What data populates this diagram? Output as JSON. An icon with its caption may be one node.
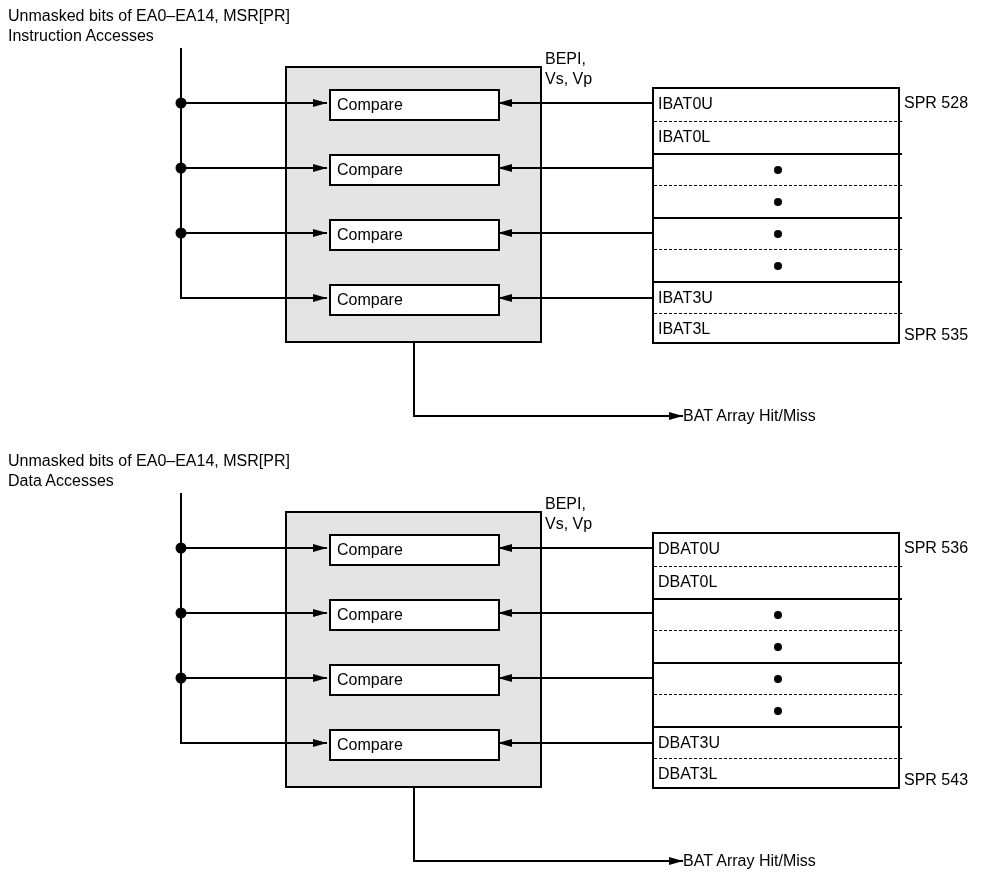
{
  "diagram": {
    "nodes": [
      {
        "text": [
          "Unmasked bits of EA0–EA14, MSR[PR]",
          "Instruction Accesses"
        ]
      },
      {
        "text": [],
        "shape": "box"
      },
      {
        "text": [
          "Compare"
        ],
        "in": 1
      },
      {
        "text": [
          "Compare"
        ],
        "in": 1
      },
      {
        "text": [
          "Compare"
        ],
        "in": 1
      },
      {
        "text": [
          "Compare"
        ],
        "in": 1
      },
      {
        "text": [],
        "shape": "box"
      },
      {
        "text": [
          "IBAT0U"
        ],
        "in": 6
      },
      {
        "text": [
          "IBAT0L"
        ],
        "in": 6
      },
      {
        "text": [],
        "shape": "box",
        "in": 6
      },
      {
        "text": [],
        "shape": "box",
        "in": 6
      },
      {
        "text": [],
        "shape": "box",
        "in": 6
      },
      {
        "text": [],
        "shape": "box",
        "in": 6
      },
      {
        "text": [
          "IBAT3U"
        ],
        "in": 6
      },
      {
        "text": [
          "IBAT3L"
        ],
        "in": 6
      },
      {
        "text": [
          "BAT Array Hit/Miss"
        ]
      },
      {
        "text": [
          "Unmasked bits of EA0–EA14, MSR[PR]",
          "Data Accesses"
        ]
      },
      {
        "text": [],
        "shape": "box"
      },
      {
        "text": [
          "Compare"
        ],
        "in": 17
      },
      {
        "text": [
          "Compare"
        ],
        "in": 17
      },
      {
        "text": [
          "Compare"
        ],
        "in": 17
      },
      {
        "text": [
          "Compare"
        ],
        "in": 17
      },
      {
        "text": [],
        "shape": "box"
      },
      {
        "text": [
          "DBAT0U"
        ],
        "in": 22
      },
      {
        "text": [
          "DBAT0L"
        ],
        "in": 22
      },
      {
        "text": [],
        "shape": "box",
        "in": 22
      },
      {
        "text": [],
        "shape": "box",
        "in": 22
      },
      {
        "text": [],
        "shape": "box",
        "in": 22
      },
      {
        "text": [],
        "shape": "box",
        "in": 22
      },
      {
        "text": [
          "DBAT3U"
        ],
        "in": 22
      },
      {
        "text": [
          "DBAT3L"
        ],
        "in": 22
      },
      {
        "text": [
          "BAT Array Hit/Miss"
        ]
      }
    ],
    "edges": [
      {
        "from": 0,
        "to": 2,
        "arrow": "to"
      },
      {
        "from": 0,
        "to": 3,
        "arrow": "to"
      },
      {
        "from": 0,
        "to": 4,
        "arrow": "to"
      },
      {
        "from": 0,
        "to": 5,
        "arrow": "to"
      },
      {
        "from": 7,
        "to": 2,
        "arrow": "to",
        "label": "BEPI, Vs, Vp"
      },
      {
        "from": 9,
        "to": 3,
        "arrow": "to"
      },
      {
        "from": 11,
        "to": 4,
        "arrow": "to"
      },
      {
        "from": 13,
        "to": 5,
        "arrow": "to"
      },
      {
        "from": 1,
        "to": 15,
        "arrow": "to"
      },
      {
        "from": 16,
        "to": 18,
        "arrow": "to"
      },
      {
        "from": 16,
        "to": 19,
        "arrow": "to"
      },
      {
        "from": 16,
        "to": 20,
        "arrow": "to"
      },
      {
        "from": 16,
        "to": 21,
        "arrow": "to"
      },
      {
        "from": 23,
        "to": 18,
        "arrow": "to",
        "label": "BEPI, Vs, Vp"
      },
      {
        "from": 25,
        "to": 19,
        "arrow": "to"
      },
      {
        "from": 27,
        "to": 20,
        "arrow": "to"
      },
      {
        "from": 29,
        "to": 21,
        "arrow": "to"
      },
      {
        "from": 17,
        "to": 31,
        "arrow": "to"
      }
    ],
    "labels": [
      "SPR 528",
      "SPR 535",
      "SPR 536",
      "SPR 543"
    ]
  }
}
